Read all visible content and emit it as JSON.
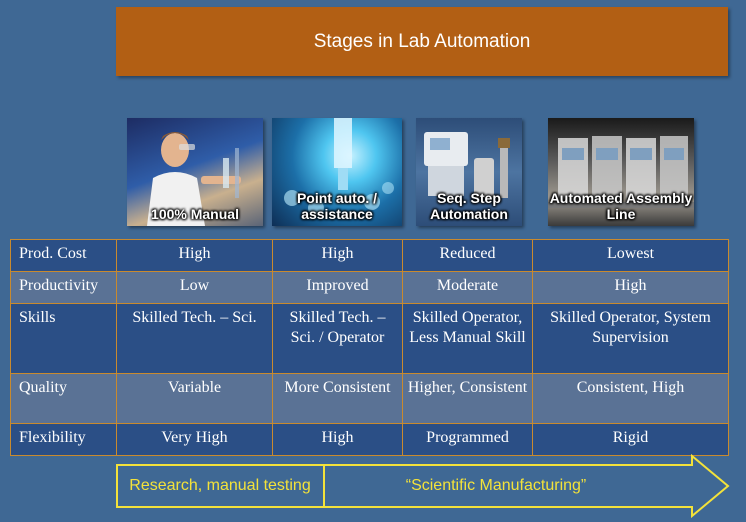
{
  "title": "Stages in Lab Automation",
  "stages": [
    {
      "caption": "100% Manual"
    },
    {
      "caption": "Point auto. / assistance"
    },
    {
      "caption": "Seq. Step Automation"
    },
    {
      "caption": "Automated Assembly Line"
    }
  ],
  "table": {
    "rows": [
      {
        "label": "Prod. Cost",
        "cells": [
          "High",
          "High",
          "Reduced",
          "Lowest"
        ]
      },
      {
        "label": "Productivity",
        "cells": [
          "Low",
          "Improved",
          "Moderate",
          "High"
        ]
      },
      {
        "label": "Skills",
        "cells": [
          "Skilled Tech. – Sci.",
          "Skilled Tech. – Sci. / Operator",
          "Skilled Operator, Less Manual Skill",
          "Skilled Operator, System Supervision"
        ]
      },
      {
        "label": "Quality",
        "cells": [
          "Variable",
          "More Consistent",
          "Higher, Consistent",
          "Consistent, High"
        ]
      },
      {
        "label": "Flexibility",
        "cells": [
          "Very High",
          "High",
          "Programmed",
          "Rigid"
        ]
      }
    ]
  },
  "arrow": {
    "left_label": "Research, manual testing",
    "right_label": "“Scientific Manufacturing”"
  },
  "colors": {
    "background": "#3f6894",
    "title_bar": "#b25f14",
    "table_border": "#c98a2e",
    "row_light": "#5a7295",
    "row_dark": "#2b4f86",
    "arrow_yellow": "#f3e23a"
  }
}
